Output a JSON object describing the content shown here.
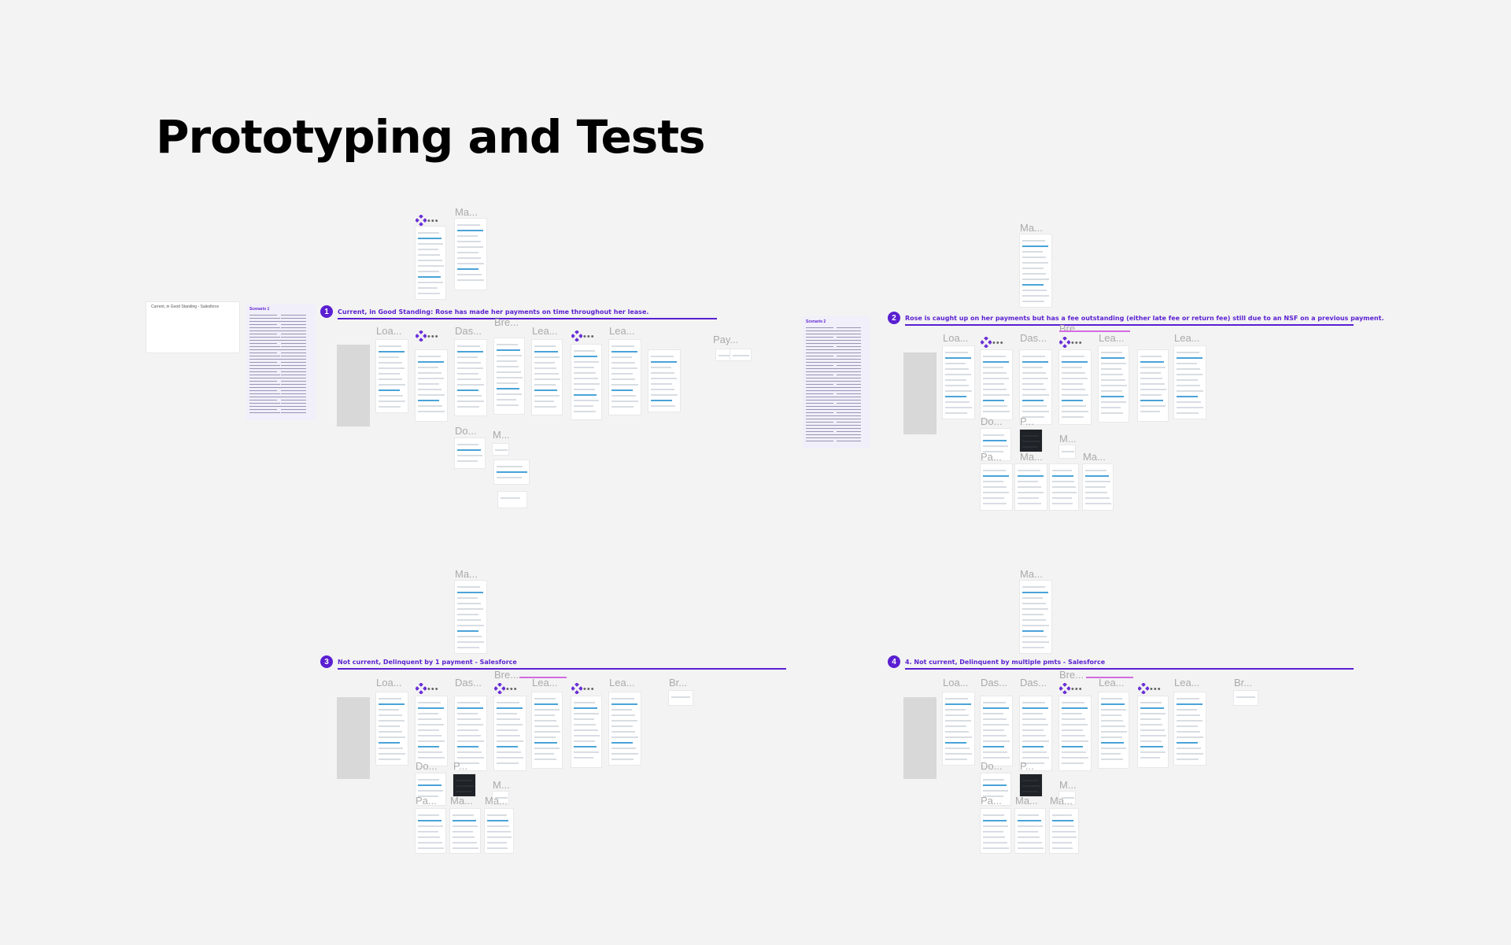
{
  "page": {
    "title": "Prototyping and Tests"
  },
  "sections": [
    {
      "number": "1",
      "label": "Current, in Good Standing: Rose has made her payments on time throughout her lease."
    },
    {
      "number": "2",
      "label": "Rose is caught up on her payments but has a fee outstanding (either late fee or return fee) still due to an NSF on a previous payment."
    },
    {
      "number": "3",
      "label": "Not current, Delinquent by 1 payment - Salesforce"
    },
    {
      "number": "4",
      "label": "4. Not current, Delinquent by multiple pmts - Salesforce"
    }
  ],
  "frame_labels": {
    "loa": "Loa...",
    "das": "Das...",
    "bre": "Bre...",
    "lea": "Lea...",
    "ma": "Ma...",
    "do": "Do...",
    "m": "M...",
    "pay": "Pay...",
    "p": "P...",
    "pa": "Pa...",
    "br": "Br..."
  },
  "salesforce_doc": {
    "title": "Current, in Good Standing - Salesforce"
  },
  "scenario_docs": {
    "s1": "Scenario 1",
    "s2": "Scenario 2"
  },
  "colors": {
    "accent": "#5a1fd1",
    "annotation": "#d36be0",
    "brand_logo": "#6b2fd6"
  },
  "icons": [
    "diamond-logo-icon"
  ]
}
